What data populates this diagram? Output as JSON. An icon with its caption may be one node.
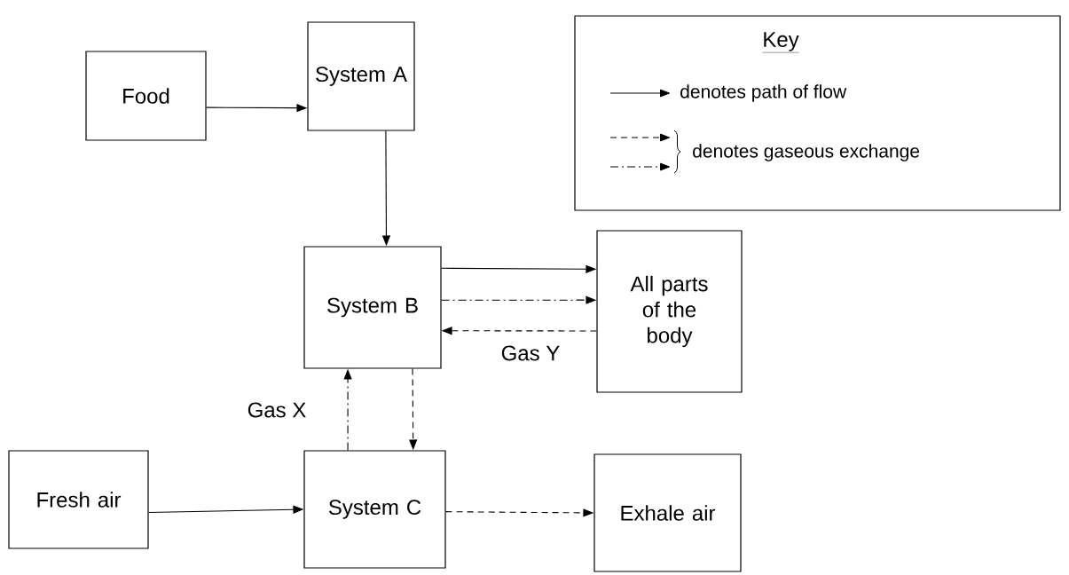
{
  "diagram": {
    "nodes": [
      {
        "text": [
          "Food"
        ]
      },
      {
        "text": [
          "System A"
        ]
      },
      {
        "text": [
          "System B"
        ]
      },
      {
        "text": [
          "All parts of the body"
        ]
      },
      {
        "text": [
          "Fresh air"
        ]
      },
      {
        "text": [
          "System C"
        ]
      },
      {
        "text": [
          "Exhale air"
        ]
      }
    ],
    "edges": [
      {
        "from": 0,
        "to": 1,
        "arrow": "to"
      },
      {
        "from": 1,
        "to": 2,
        "arrow": "to"
      },
      {
        "from": 2,
        "to": 3,
        "arrow": "to"
      },
      {
        "from": 2,
        "to": 3,
        "arrow": "to",
        "style": "dashed"
      },
      {
        "from": 3,
        "to": 2,
        "arrow": "to",
        "style": "dashed",
        "label": "Gas Y"
      },
      {
        "from": 5,
        "to": 2,
        "arrow": "to",
        "style": "dashed",
        "label": "Gas X"
      },
      {
        "from": 2,
        "to": 5,
        "arrow": "to",
        "style": "dashed"
      },
      {
        "from": 4,
        "to": 5,
        "arrow": "to"
      },
      {
        "from": 5,
        "to": 6,
        "arrow": "to",
        "style": "dashed"
      }
    ],
    "labels": [
      "Key"
    ],
    "legend": [
      {
        "text": "denotes path of flow"
      },
      {
        "text": "denotes gaseous exchange"
      }
    ]
  }
}
